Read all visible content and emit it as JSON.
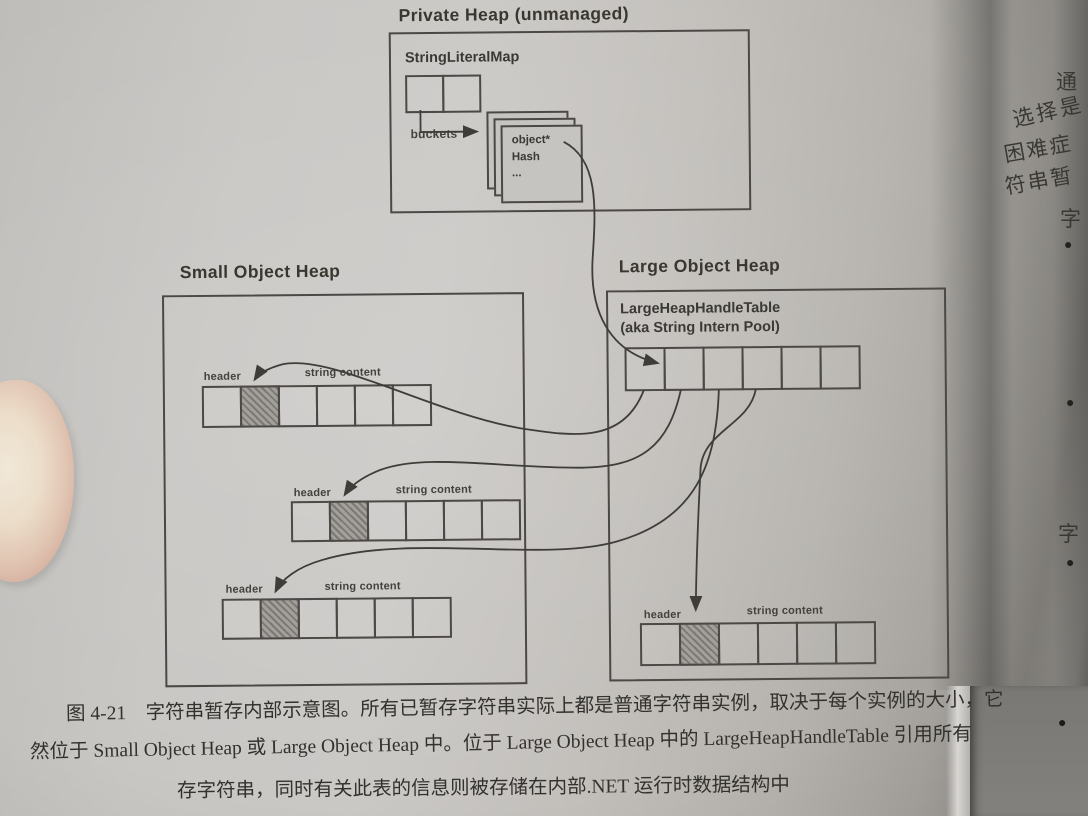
{
  "colors": {
    "ink": "#3d3b38",
    "page_light": "#cbc9c6",
    "page_dark": "#8b8884",
    "shaded_cell": "#a3a09b"
  },
  "private_heap": {
    "title": "Private Heap (unmanaged)",
    "map_label": "StringLiteralMap",
    "buckets_label": "buckets",
    "card": {
      "line1": "object*",
      "line2": "Hash",
      "line3": "..."
    }
  },
  "small_heap": {
    "title": "Small Object Heap",
    "arrays": [
      {
        "header": "header",
        "content": "string content"
      },
      {
        "header": "header",
        "content": "string content"
      },
      {
        "header": "header",
        "content": "string content"
      }
    ]
  },
  "large_heap": {
    "title": "Large Object Heap",
    "table_label1": "LargeHeapHandleTable",
    "table_label2": "(aka String Intern Pool)",
    "array": {
      "header": "header",
      "content": "string content"
    }
  },
  "caption": {
    "line1": "图 4-21　字符串暂存内部示意图。所有已暂存字符串实际上都是普通字符串实例，取决于每个实例的大小，它",
    "line2": "然位于 Small Object Heap 或 Large Object Heap 中。位于 Large Object Heap 中的 LargeHeapHandleTable 引用所有",
    "line3": "存字符串，同时有关此表的信息则被存储在内部.NET 运行时数据结构中"
  },
  "edge_fragments": [
    {
      "text": "通"
    },
    {
      "text": "选择是"
    },
    {
      "text": "困难症"
    },
    {
      "text": "符串暂"
    },
    {
      "text": "字"
    },
    {
      "text": "●"
    },
    {
      "text": "●"
    },
    {
      "text": "字"
    },
    {
      "text": "●"
    },
    {
      "text": "●"
    }
  ]
}
